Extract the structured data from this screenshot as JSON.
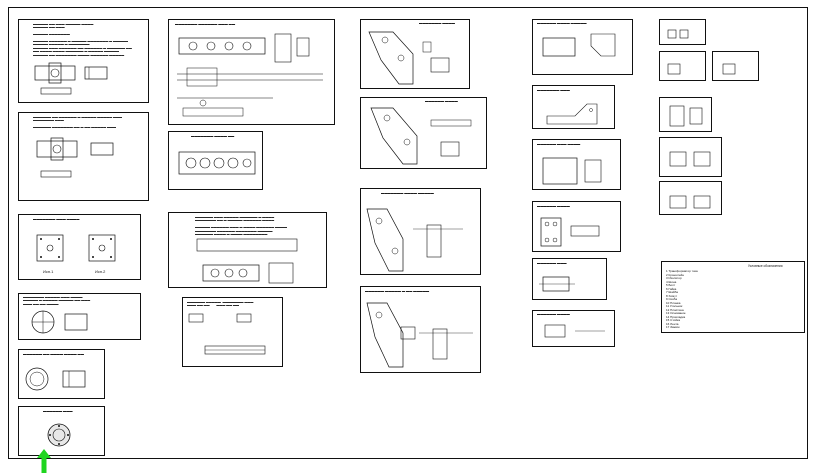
{
  "sheets": [
    {
      "id": "s1",
      "caption": "Кронштейн для скоб"
    },
    {
      "id": "s2",
      "caption": "Рис. 1"
    },
    {
      "id": "s3",
      "caption": "Рис. 2"
    },
    {
      "id": "s4",
      "caption": "Рис. 3"
    },
    {
      "id": "s5",
      "caption": "Рис. 4"
    },
    {
      "id": "s6",
      "caption": "Рис. 5"
    }
  ],
  "labels": {
    "var1": "Исп.1",
    "var2": "Исп.2",
    "legend_title": "Условные обозначения"
  },
  "legend_items": [
    "1 Трансформатор тока",
    "2 Кронштейн",
    "3 Изолятор",
    "4 Шина",
    "5 Болт",
    "6 Гайка",
    "7 Шайба",
    "8 Хомут",
    "9 Скоба",
    "10 Планка",
    "11 Угольник",
    "12 Пластина",
    "13 Основание",
    "14 Прокладка",
    "15 Стойка",
    "16 Лента",
    "17 Зажим"
  ],
  "marker": {
    "color": "#1fd51f"
  }
}
